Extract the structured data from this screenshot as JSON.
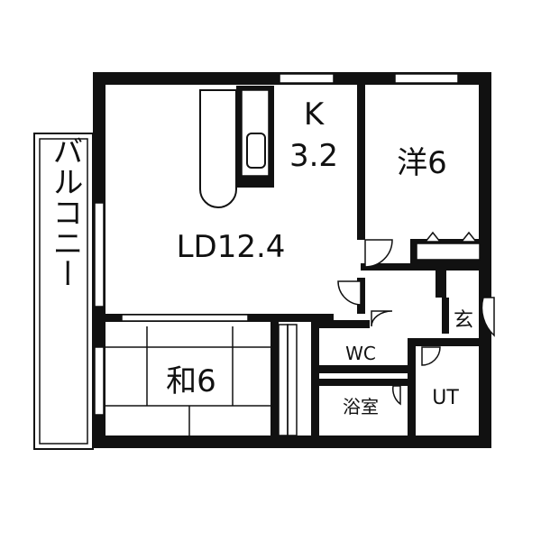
{
  "floor_plan": {
    "rooms": {
      "kitchen": {
        "name": "K",
        "size": "3.2"
      },
      "living_dining": {
        "label": "LD12.4"
      },
      "western_room": {
        "label": "洋6"
      },
      "japanese_room": {
        "label": "和6"
      },
      "entrance": {
        "label": "玄"
      },
      "toilet": {
        "label": "WC"
      },
      "bathroom": {
        "label": "浴室"
      },
      "utility": {
        "label": "UT"
      }
    },
    "balcony": {
      "label": "バルコニー"
    }
  },
  "colors": {
    "wall": "#111111",
    "background": "#ffffff"
  }
}
